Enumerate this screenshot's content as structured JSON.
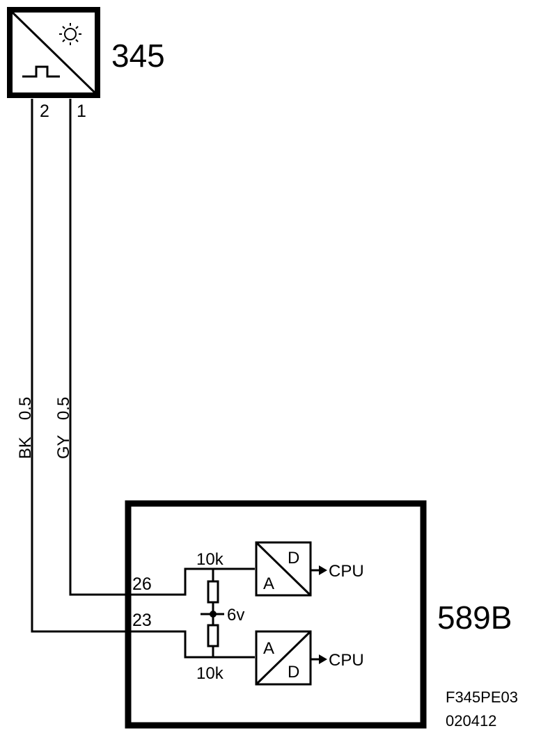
{
  "sensor": {
    "id": "345",
    "pin_left": "2",
    "pin_right": "1"
  },
  "wires": {
    "left": {
      "color": "BK",
      "size": "0.5"
    },
    "right": {
      "color": "GY",
      "size": "0.5"
    }
  },
  "module": {
    "id": "589B",
    "pin_upper": "26",
    "pin_lower": "23",
    "resistor_upper": "10k",
    "resistor_lower": "10k",
    "bias_voltage": "6v",
    "adc_upper": {
      "in": "A",
      "out": "D",
      "target": "CPU"
    },
    "adc_lower": {
      "in": "A",
      "out": "D",
      "target": "CPU"
    }
  },
  "footer": {
    "code": "F345PE03",
    "date": "020412"
  }
}
